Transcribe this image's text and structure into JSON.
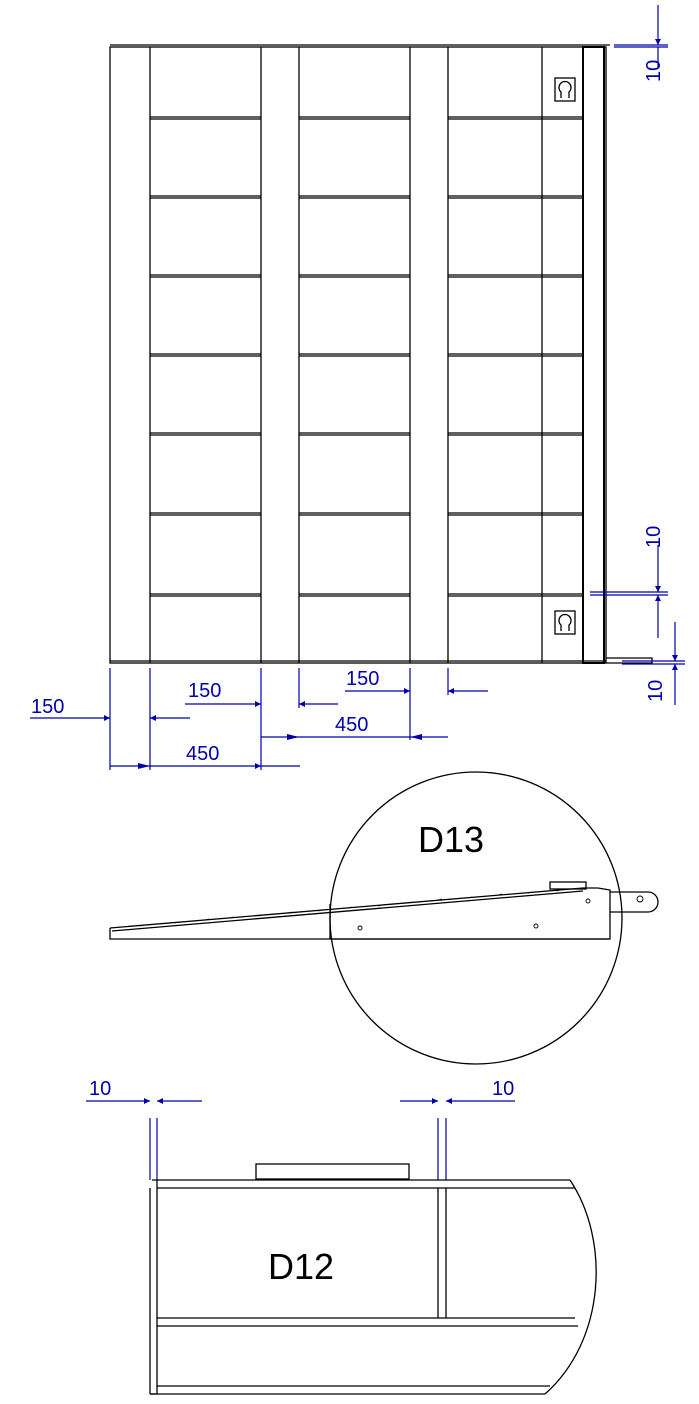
{
  "colors": {
    "line": "#000000",
    "dimension": "#0000aa",
    "background": "#ffffff"
  },
  "plan_view": {
    "dimensions": {
      "top_right": "10",
      "mid_right": "10",
      "bottom_right": "10",
      "left_150": "150",
      "left_450": "450",
      "center_150": "150",
      "center_450": "450",
      "right_150": "150"
    }
  },
  "side_view": {
    "detail_label": "D13"
  },
  "detail_view": {
    "detail_label": "D12",
    "dim_left": "10",
    "dim_right": "10"
  }
}
